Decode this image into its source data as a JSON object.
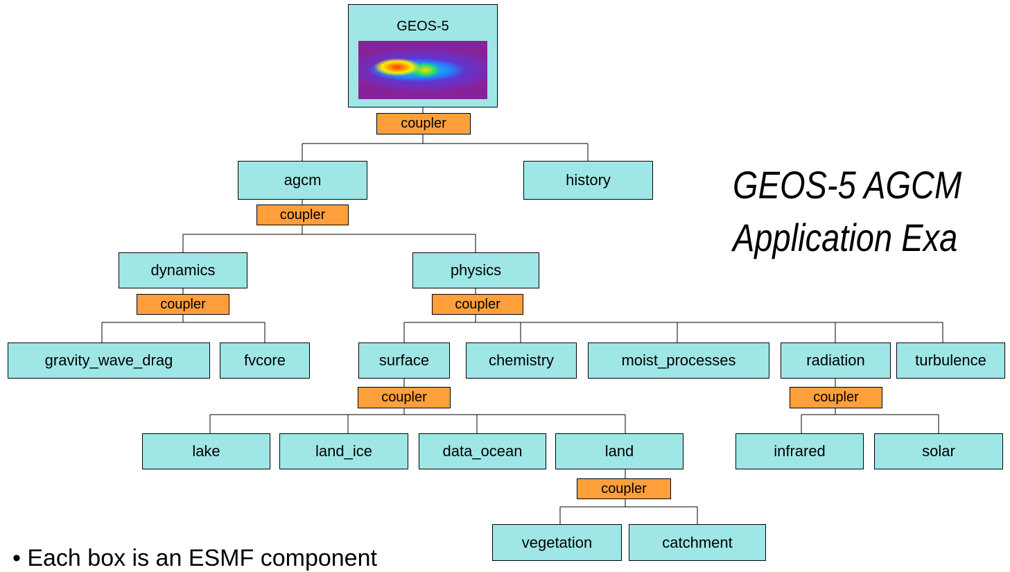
{
  "root": {
    "label": "GEOS-5",
    "image": "atmospheric-model-map"
  },
  "coupler_label": "coupler",
  "components": {
    "agcm": "agcm",
    "history": "history",
    "dynamics": "dynamics",
    "physics": "physics",
    "gravity_wave_drag": "gravity_wave_drag",
    "fvcore": "fvcore",
    "surface": "surface",
    "chemistry": "chemistry",
    "moist_processes": "moist_processes",
    "radiation": "radiation",
    "turbulence": "turbulence",
    "lake": "lake",
    "land_ice": "land_ice",
    "data_ocean": "data_ocean",
    "land": "land",
    "infrared": "infrared",
    "solar": "solar",
    "vegetation": "vegetation",
    "catchment": "catchment"
  },
  "title": {
    "line1": "GEOS-5 AGCM",
    "line2": "Application Exa"
  },
  "bullet": "• Each box is an ESMF component",
  "colors": {
    "component": "#9fe6e6",
    "coupler": "#ff9f3c"
  }
}
